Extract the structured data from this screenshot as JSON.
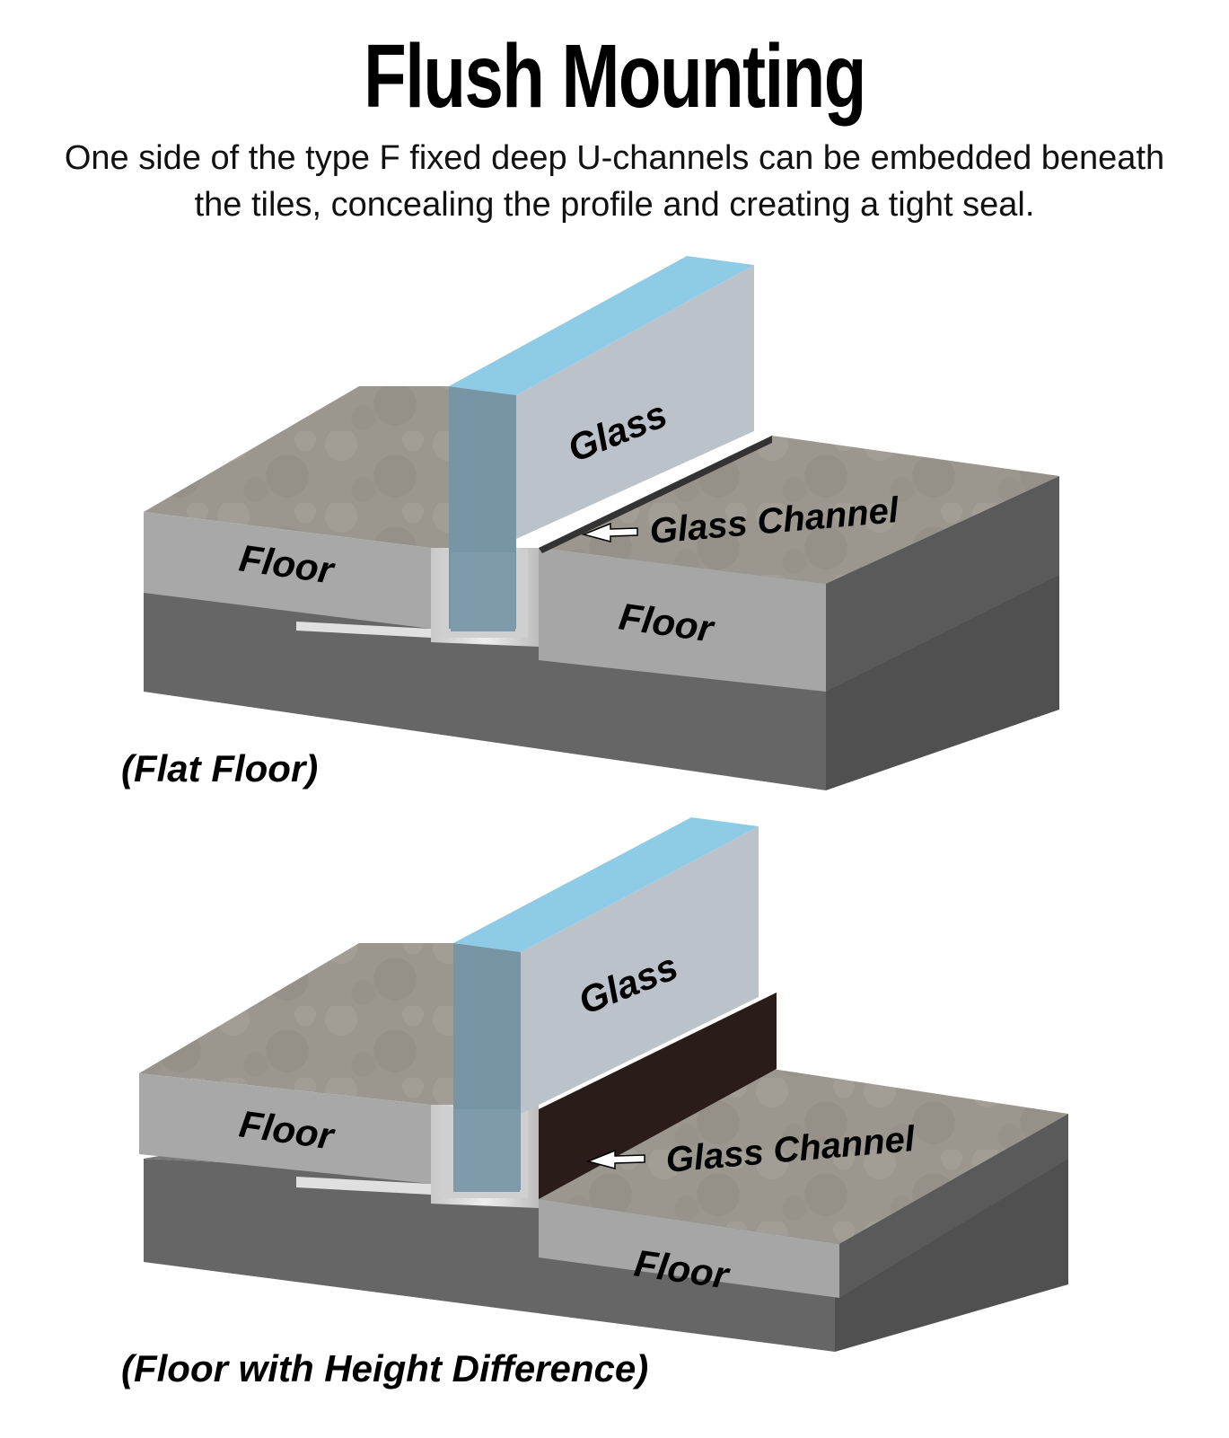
{
  "header": {
    "title": "Flush Mounting",
    "description_line1": "One side of the type F fixed deep U-channels can be embedded beneath",
    "description_line2": "the tiles, concealing the profile and creating a tight seal."
  },
  "diagram_top": {
    "glass_label": "Glass",
    "channel_label": "Glass Channel",
    "floor_left_label": "Floor",
    "floor_right_label": "Floor",
    "caption": "(Flat Floor)"
  },
  "diagram_bottom": {
    "glass_label": "Glass",
    "channel_label": "Glass Channel",
    "floor_left_label": "Floor",
    "floor_right_label": "Floor",
    "caption": "(Floor with Height Difference)"
  },
  "colors": {
    "tile_top": "#9c9890",
    "tile_front": "#a9a9a9",
    "slab_front": "#686868",
    "slab_side": "#4f4f4f",
    "glass_front": "#b8bec6",
    "glass_top": "#8cc8e4",
    "glass_side": "#7a95a5",
    "channel": "#d9d9d9",
    "step_face": "#2a1c18"
  }
}
